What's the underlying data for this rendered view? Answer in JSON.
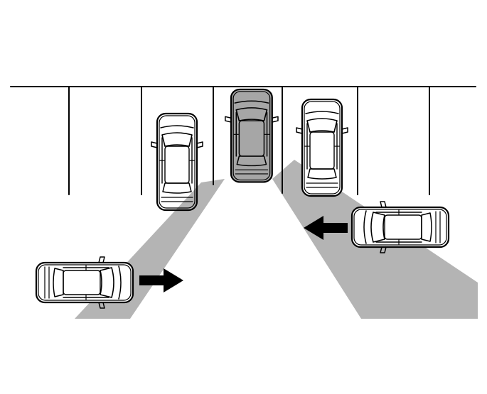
{
  "diagram": {
    "kind": "rear-cross-traffic-alert-illustration",
    "colors": {
      "background": "#ffffff",
      "line": "#000000",
      "car_body": "#ffffff",
      "subject_car_body": "#a6a6a6",
      "detection_zone": "#b4b4b4",
      "arrow": "#000000"
    },
    "vehicles": [
      {
        "name": "parked-car-left",
        "role": "parked",
        "highlighted": false
      },
      {
        "name": "subject-car-reversing",
        "role": "reversing",
        "highlighted": true
      },
      {
        "name": "parked-car-right",
        "role": "parked",
        "highlighted": false
      },
      {
        "name": "approaching-car-left",
        "role": "crossing",
        "direction": "right"
      },
      {
        "name": "approaching-car-right",
        "role": "crossing",
        "direction": "left"
      }
    ],
    "detection_zones": [
      "left-rear",
      "right-rear"
    ],
    "parking_bays": 6
  }
}
